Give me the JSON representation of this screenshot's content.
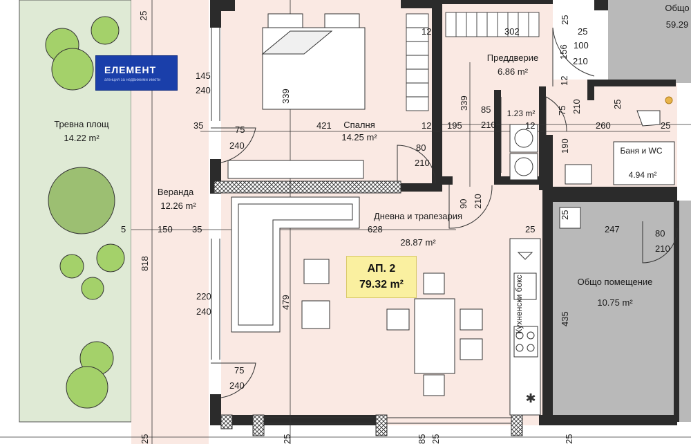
{
  "logo": {
    "name": "ЕЛЕМЕНТ",
    "tagline": "агенция за недвижими имоти"
  },
  "apartment": {
    "number": "АП. 2",
    "area": "79.32 m²"
  },
  "rooms": [
    {
      "id": "grass",
      "name": "Тревна площ",
      "area": "14.22 m²"
    },
    {
      "id": "veranda",
      "name": "Веранда",
      "area": "12.26 m²"
    },
    {
      "id": "bedroom",
      "name": "Спалня",
      "area": "14.25 m²"
    },
    {
      "id": "hall",
      "name": "Преддверие",
      "area": "6.86 m²"
    },
    {
      "id": "closet",
      "name": "",
      "area": "1.23 m²"
    },
    {
      "id": "bath",
      "name": "Баня и WC",
      "area": "4.94 m²"
    },
    {
      "id": "living",
      "name": "Дневна и трапезария",
      "area": "28.87 m²"
    },
    {
      "id": "common",
      "name": "Общо помещение",
      "area": "10.75 m²"
    },
    {
      "id": "common_top",
      "name": "Общо",
      "area": "59.29"
    },
    {
      "id": "kitchen",
      "name": "Кухненски бокс",
      "area": ""
    }
  ],
  "dimensions": {
    "d25_top": "25",
    "d302": "302",
    "d12_top": "12",
    "d25_hall": "25",
    "d25_hall2": "25",
    "d100": "100",
    "d210_door_hall": "210",
    "d156": "156",
    "d145": "145",
    "d240_a": "240",
    "d339_bed": "339",
    "d339_mid": "339",
    "d12_b": "12",
    "d75_hall": "75",
    "d210_hall_b": "210",
    "d25_bath": "25",
    "d85": "85",
    "d210_closet": "210",
    "d35_a": "35",
    "d75_a": "75",
    "d240_b": "240",
    "d421": "421",
    "d12_c": "12",
    "d195": "195",
    "d12_d": "12",
    "d260": "260",
    "d25_e": "25",
    "d80_bed": "80",
    "d210_bed": "210",
    "d190": "190",
    "d90": "90",
    "d210_f": "210",
    "d5": "5",
    "d150": "150",
    "d35_b": "35",
    "d628": "628",
    "d25_liv": "25",
    "d247": "247",
    "d80_com": "80",
    "d210_com": "210",
    "d25_k": "25",
    "d818": "818",
    "d479": "479",
    "d220": "220",
    "d240_c": "240",
    "d435": "435",
    "d75_b": "75",
    "d240_d": "240",
    "d25_bot": "25",
    "d85_bot": "85",
    "d25_bot2": "25",
    "d25_bot3": "25",
    "d25_bot4": "25"
  },
  "colors": {
    "wall": "#2b2b2b",
    "floor_pink": "#fae9e3",
    "grass": "#dfead5",
    "common_grey": "#b9b9b9",
    "tree_fill": "#8ec34a",
    "tree_dark": "#5b8f2c",
    "logo_blue": "#1a3faa",
    "label_bg": "#faf0a0"
  }
}
